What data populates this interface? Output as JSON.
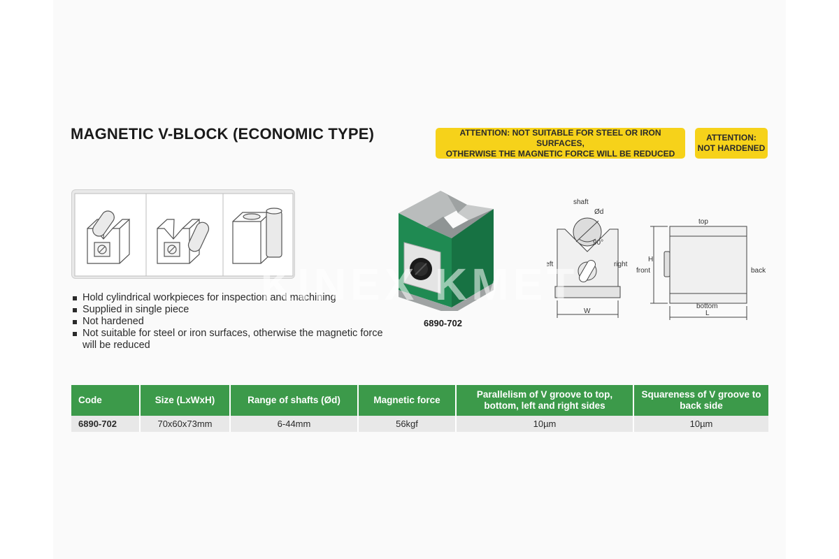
{
  "title": "MAGNETIC V-BLOCK (ECONOMIC TYPE)",
  "attention_steel": {
    "line1": "ATTENTION: NOT SUITABLE FOR STEEL OR IRON SURFACES,",
    "line2": "OTHERWISE THE MAGNETIC FORCE WILL BE REDUCED"
  },
  "attention_hardened": {
    "line1": "ATTENTION:",
    "line2": "NOT HARDENED"
  },
  "features": [
    "Hold cylindrical workpieces for inspection and machining",
    "Supplied in single piece",
    "Not hardened",
    "Not suitable for steel or iron surfaces, otherwise the magnetic force will be reduced"
  ],
  "product_code": "6890-702",
  "watermark": "KINEX  KMET",
  "front_diagram": {
    "shaft": "shaft",
    "diameter": "Ød",
    "angle": "90°",
    "left": "left",
    "right": "right",
    "width": "W"
  },
  "side_diagram": {
    "top": "top",
    "height": "H",
    "front": "front",
    "back": "back",
    "bottom": "bottom",
    "length": "L"
  },
  "colors": {
    "table_header": "#3c9a4a",
    "attention": "#f6d21a",
    "body_green": "#1f8a52"
  },
  "table": {
    "headers": [
      "Code",
      "Size (LxWxH)",
      "Range of shafts (Ød)",
      "Magnetic force",
      "Parallelism of V groove to top, bottom, left and right sides",
      "Squareness of V groove to back side"
    ],
    "rows": [
      [
        "6890-702",
        "70x60x73mm",
        "6-44mm",
        "56kgf",
        "10µm",
        "10µm"
      ]
    ]
  }
}
